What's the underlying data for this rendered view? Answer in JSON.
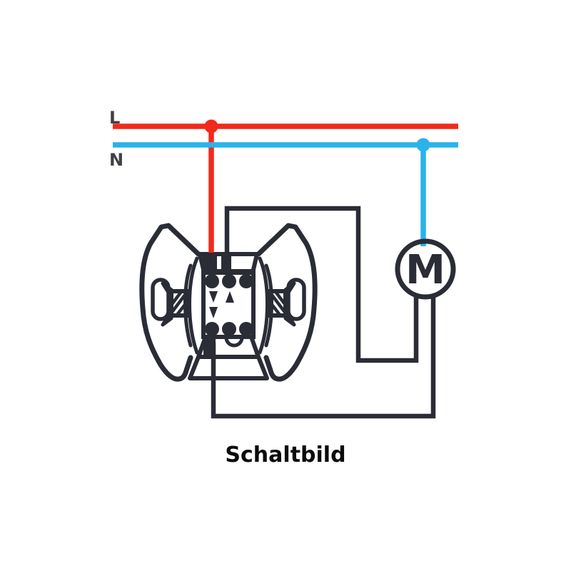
{
  "title": {
    "text": "Schaltbild"
  },
  "conductors": {
    "live_label": "L",
    "neutral_label": "N"
  },
  "motor": {
    "label": "M"
  },
  "components": {
    "switch_insert": "flush-mount shutter-switch insert with claw mounts, 6 screw terminals and up/down arrows",
    "motor_symbol": "motor in circle",
    "wire_switch_to_motor": "dark wire from switch top terminal to motor lead",
    "wire_motor_return": "dark wire from motor lead back to switch bottom terminal"
  },
  "colors": {
    "live": "#f12a1b",
    "neutral": "#2ab3ea",
    "wire": "#2a2c36",
    "label_text": "#404046",
    "title_text": "#0a0a0a",
    "background": "#ffffff"
  }
}
